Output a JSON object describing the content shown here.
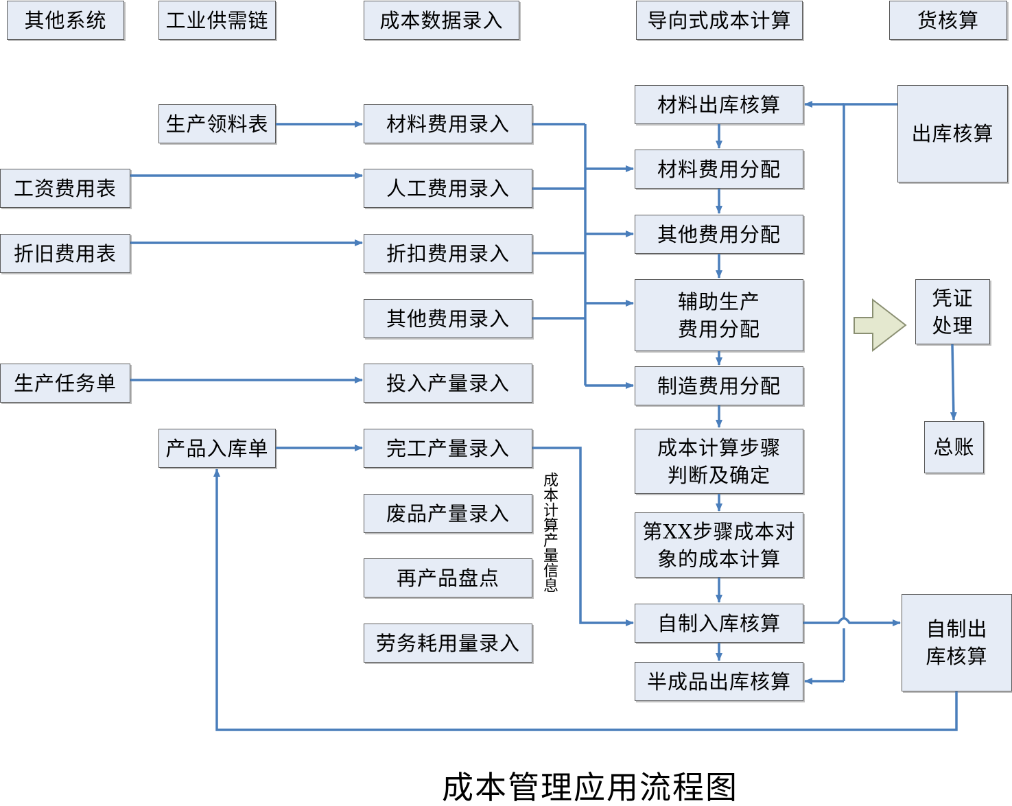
{
  "title": "成本管理应用流程图",
  "side_label": "成本计算产量信息",
  "headers": {
    "other_systems": "其他系统",
    "supply_chain": "工业供需链",
    "cost_entry": "成本数据录入",
    "guided_calc": "导向式成本计算",
    "inventory_accounting": "货核算"
  },
  "nodes": {
    "production_picking": "生产领料表",
    "wage_expense": "工资费用表",
    "depreciation_expense": "折旧费用表",
    "production_task": "生产任务单",
    "product_warehousing": "产品入库单",
    "material_cost_entry": "材料费用录入",
    "labor_cost_entry": "人工费用录入",
    "discount_cost_entry": "折扣费用录入",
    "other_cost_entry": "其他费用录入",
    "input_qty_entry": "投入产量录入",
    "completed_qty_entry": "完工产量录入",
    "scrap_qty_entry": "废品产量录入",
    "wip_count": "再产品盘点",
    "labor_usage_entry": "劳务耗用量录入",
    "material_out_accounting": "材料出库核算",
    "material_cost_alloc": "材料费用分配",
    "other_cost_alloc": "其他费用分配",
    "aux_cost_alloc": "辅助生产\n费用分配",
    "mfg_overhead_alloc": "制造费用分配",
    "calc_step_determine": "成本计算步骤\n判断及确定",
    "step_xx_calc": "第XX步骤成本对\n象的成本计算",
    "self_made_in_accounting": "自制入库核算",
    "semi_out_accounting": "半成品出库核算",
    "out_accounting": "出库核算",
    "voucher_processing": "凭证\n处理",
    "general_ledger": "总账",
    "self_made_out_accounting": "自制出\n库核算"
  },
  "colors": {
    "connector": "#4a7ebb",
    "node_fill": "#e6ecf6",
    "node_border": "#5a5a5a",
    "block_arrow_fill": "#e4e8cf",
    "block_arrow_stroke": "#8a8f72"
  }
}
